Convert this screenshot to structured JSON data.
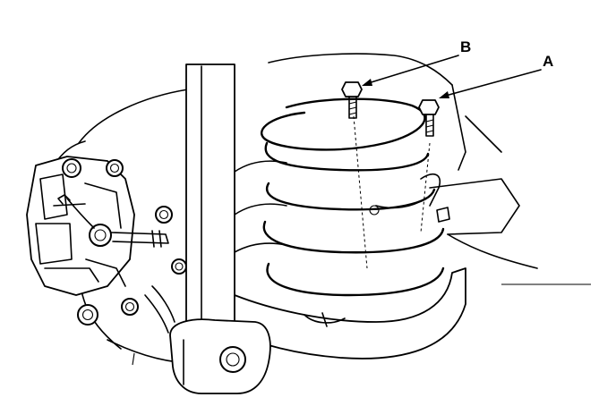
{
  "callouts": [
    {
      "id": "A",
      "label": "A",
      "target": "bolt"
    },
    {
      "id": "B",
      "label": "B",
      "target": "bolt"
    }
  ],
  "colors": {
    "ink": "#000000",
    "paper": "#ffffff"
  }
}
